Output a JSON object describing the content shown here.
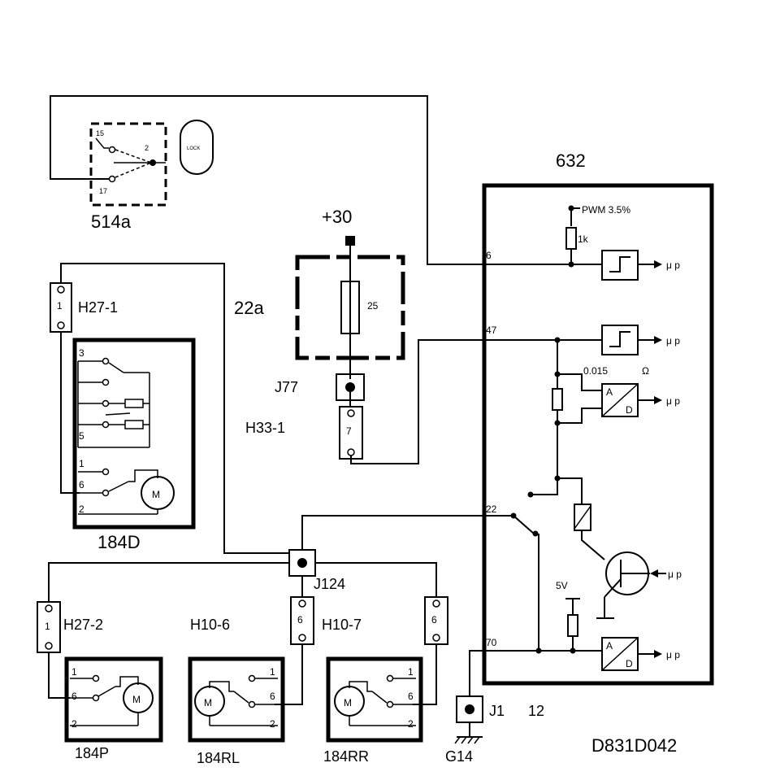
{
  "labels": {
    "ecu_id": "632",
    "pwm": "PWM 3.5%",
    "r1k": "1k",
    "pin6": "6",
    "pin47": "47",
    "pin22": "22",
    "pin70": "70",
    "r015": "0.015",
    "ohm": "Ω",
    "v5": "5V",
    "mu_p": "μ p",
    "adc_a": "A",
    "adc_d": "D",
    "switch_id": "514a",
    "sw15": "15",
    "sw2": "2",
    "sw17": "17",
    "lock": "LOCK",
    "plus30": "+30",
    "fusebox_id": "22a",
    "fuse_val": "25",
    "j77": "J77",
    "h33": "H33-1",
    "h33_pin": "7",
    "h271": "H27-1",
    "h271_pin": "1",
    "m184d": "184D",
    "d_pin3": "3",
    "d_pin5": "5",
    "d_pin1": "1",
    "d_pin6": "6",
    "d_pin2": "2",
    "motor": "M",
    "j124": "J124",
    "h272": "H27-2",
    "h272_pin": "1",
    "h106": "H10-6",
    "h106_pin": "6",
    "h107": "H10-7",
    "h107_pin": "6",
    "m184p": "184P",
    "m184rl": "184RL",
    "m184rr": "184RR",
    "m_pin1": "1",
    "m_pin6": "6",
    "m_pin2": "2",
    "j1": "J1",
    "j1_num": "12",
    "g14": "G14",
    "diagram_code": "D831D042"
  }
}
